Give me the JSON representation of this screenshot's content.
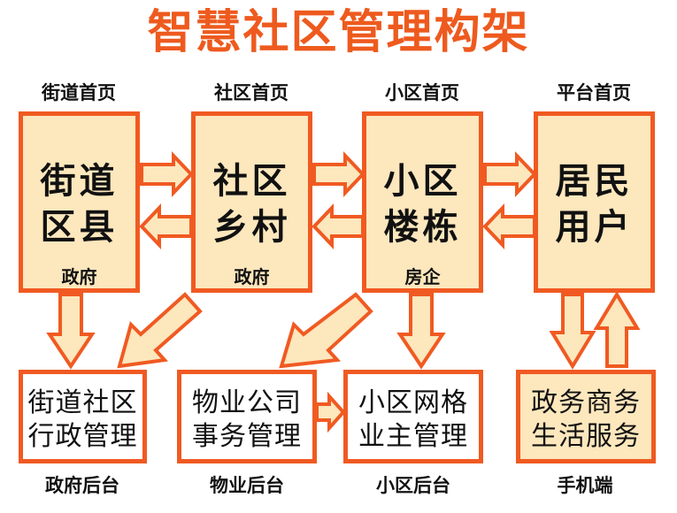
{
  "title": "智慧社区管理构架",
  "top_captions": [
    "街道首页",
    "社区首页",
    "小区首页",
    "平台首页"
  ],
  "top_boxes": [
    {
      "line1": "街道",
      "line2": "区县",
      "note": "政府"
    },
    {
      "line1": "社区",
      "line2": "乡村",
      "note": "政府"
    },
    {
      "line1": "小区",
      "line2": "楼栋",
      "note": "房企"
    },
    {
      "line1": "居民",
      "line2": "用户",
      "note": ""
    }
  ],
  "bottom_boxes": [
    {
      "line1": "街道社区",
      "line2": "行政管理"
    },
    {
      "line1": "物业公司",
      "line2": "事务管理"
    },
    {
      "line1": "小区网格",
      "line2": "业主管理"
    },
    {
      "line1": "政务商务",
      "line2": "生活服务"
    }
  ],
  "bottom_captions": [
    "政府后台",
    "物业后台",
    "小区后台",
    "手机端"
  ],
  "colors": {
    "accent": "#f05a22",
    "title": "#ee5a1e",
    "fill": "#fde7bd"
  }
}
